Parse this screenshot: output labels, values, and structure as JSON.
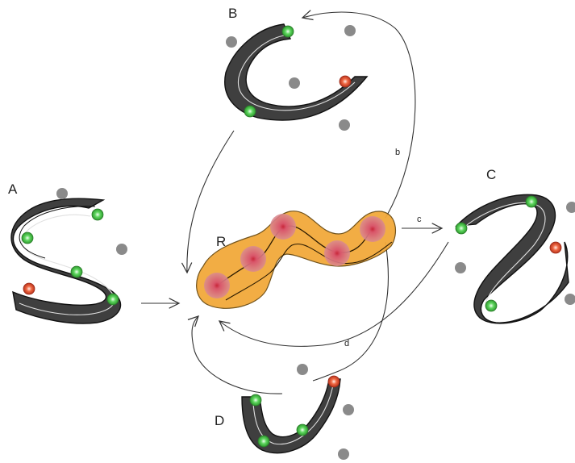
{
  "panels": {
    "A": {
      "label": "A"
    },
    "B": {
      "label": "B"
    },
    "C": {
      "label": "C"
    },
    "D": {
      "label": "D"
    },
    "R": {
      "label": "R"
    }
  },
  "arrows": {
    "b": {
      "label": "b"
    },
    "c": {
      "label": "c"
    },
    "d": {
      "label": "d"
    }
  },
  "colors": {
    "ribbon": "#3f3f3f",
    "ribbon_edge": "#111111",
    "center_ribbon": "#f2a93b",
    "center_edge": "#6a4a10",
    "site_red_halo": "#d9727c",
    "green_marker": "#4cc84c",
    "red_marker": "#e8553a",
    "gray_dot": "#8a8a8a",
    "arrow": "#333333"
  }
}
